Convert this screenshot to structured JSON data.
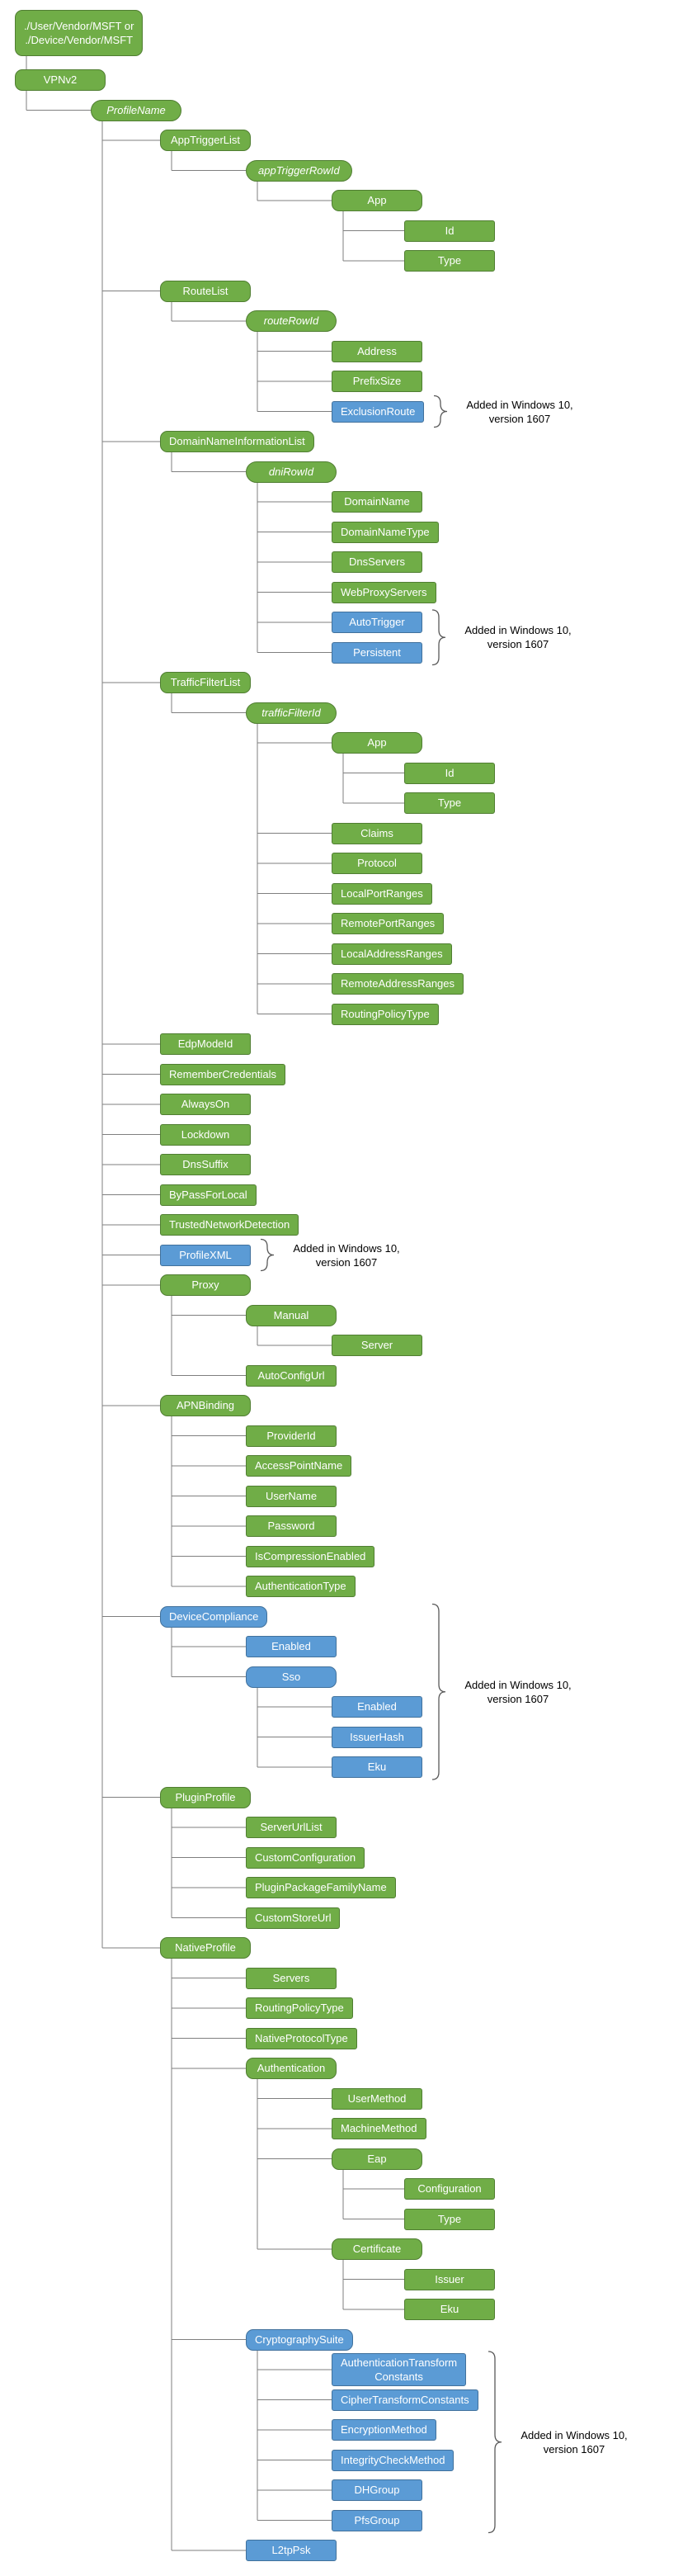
{
  "diagram": {
    "colors": {
      "canvas_bg": "#ffffff",
      "green_fill": "#70AD47",
      "green_border": "#507E32",
      "blue_fill": "#5B9BD5",
      "blue_border": "#41719C",
      "node_text": "#ffffff",
      "line": "#7F7F7F",
      "brace": "#595959",
      "annotation_text": "#000000"
    },
    "legend": {
      "green_means": "node",
      "blue_means": "Added in Windows 10, version 1607"
    },
    "annotation_text": "Added in Windows 10, version 1607",
    "annotation_lines": [
      "Added in Windows 10,",
      "version 1607"
    ],
    "tree": {
      "label": "./User/Vendor/MSFT or ./Device/Vendor/MSFT",
      "label_lines": [
        "./User/Vendor/MSFT or",
        "./Device/Vendor/MSFT"
      ],
      "kind": "provider",
      "children": [
        {
          "label": "VPNv2",
          "kind": "node",
          "children": [
            {
              "label": "ProfileName",
              "kind": "dynamic",
              "children": [
                {
                  "label": "AppTriggerList",
                  "kind": "node",
                  "children": [
                    {
                      "label": "appTriggerRowId",
                      "kind": "dynamic",
                      "children": [
                        {
                          "label": "App",
                          "kind": "node",
                          "children": [
                            {
                              "label": "Id",
                              "kind": "leaf"
                            },
                            {
                              "label": "Type",
                              "kind": "leaf"
                            }
                          ]
                        }
                      ]
                    }
                  ]
                },
                {
                  "label": "RouteList",
                  "kind": "node",
                  "children": [
                    {
                      "label": "routeRowId",
                      "kind": "dynamic",
                      "children": [
                        {
                          "label": "Address",
                          "kind": "leaf"
                        },
                        {
                          "label": "PrefixSize",
                          "kind": "leaf"
                        },
                        {
                          "label": "ExclusionRoute",
                          "kind": "leaf",
                          "added": true,
                          "group": "g1"
                        }
                      ]
                    }
                  ]
                },
                {
                  "label": "DomainNameInformationList",
                  "kind": "node",
                  "children": [
                    {
                      "label": "dniRowId",
                      "kind": "dynamic",
                      "children": [
                        {
                          "label": "DomainName",
                          "kind": "leaf"
                        },
                        {
                          "label": "DomainNameType",
                          "kind": "leaf"
                        },
                        {
                          "label": "DnsServers",
                          "kind": "leaf"
                        },
                        {
                          "label": "WebProxyServers",
                          "kind": "leaf"
                        },
                        {
                          "label": "AutoTrigger",
                          "kind": "leaf",
                          "added": true,
                          "group": "g2"
                        },
                        {
                          "label": "Persistent",
                          "kind": "leaf",
                          "added": true,
                          "group": "g2"
                        }
                      ]
                    }
                  ]
                },
                {
                  "label": "TrafficFilterList",
                  "kind": "node",
                  "children": [
                    {
                      "label": "trafficFilterId",
                      "kind": "dynamic",
                      "children": [
                        {
                          "label": "App",
                          "kind": "node",
                          "children": [
                            {
                              "label": "Id",
                              "kind": "leaf"
                            },
                            {
                              "label": "Type",
                              "kind": "leaf"
                            }
                          ]
                        },
                        {
                          "label": "Claims",
                          "kind": "leaf"
                        },
                        {
                          "label": "Protocol",
                          "kind": "leaf"
                        },
                        {
                          "label": "LocalPortRanges",
                          "kind": "leaf"
                        },
                        {
                          "label": "RemotePortRanges",
                          "kind": "leaf"
                        },
                        {
                          "label": "LocalAddressRanges",
                          "kind": "leaf"
                        },
                        {
                          "label": "RemoteAddressRanges",
                          "kind": "leaf"
                        },
                        {
                          "label": "RoutingPolicyType",
                          "kind": "leaf"
                        }
                      ]
                    }
                  ]
                },
                {
                  "label": "EdpModeId",
                  "kind": "leaf"
                },
                {
                  "label": "RememberCredentials",
                  "kind": "leaf"
                },
                {
                  "label": "AlwaysOn",
                  "kind": "leaf"
                },
                {
                  "label": "Lockdown",
                  "kind": "leaf"
                },
                {
                  "label": "DnsSuffix",
                  "kind": "leaf"
                },
                {
                  "label": "ByPassForLocal",
                  "kind": "leaf"
                },
                {
                  "label": "TrustedNetworkDetection",
                  "kind": "leaf"
                },
                {
                  "label": "ProfileXML",
                  "kind": "leaf",
                  "added": true,
                  "group": "g3"
                },
                {
                  "label": "Proxy",
                  "kind": "node",
                  "children": [
                    {
                      "label": "Manual",
                      "kind": "node",
                      "children": [
                        {
                          "label": "Server",
                          "kind": "leaf"
                        }
                      ]
                    },
                    {
                      "label": "AutoConfigUrl",
                      "kind": "leaf"
                    }
                  ]
                },
                {
                  "label": "APNBinding",
                  "kind": "node",
                  "children": [
                    {
                      "label": "ProviderId",
                      "kind": "leaf"
                    },
                    {
                      "label": "AccessPointName",
                      "kind": "leaf"
                    },
                    {
                      "label": "UserName",
                      "kind": "leaf"
                    },
                    {
                      "label": "Password",
                      "kind": "leaf"
                    },
                    {
                      "label": "IsCompressionEnabled",
                      "kind": "leaf"
                    },
                    {
                      "label": "AuthenticationType",
                      "kind": "leaf"
                    }
                  ]
                },
                {
                  "label": "DeviceCompliance",
                  "kind": "node",
                  "added": true,
                  "group": "g4",
                  "children": [
                    {
                      "label": "Enabled",
                      "kind": "leaf",
                      "added": true,
                      "group": "g4"
                    },
                    {
                      "label": "Sso",
                      "kind": "node",
                      "added": true,
                      "group": "g4",
                      "children": [
                        {
                          "label": "Enabled",
                          "kind": "leaf",
                          "added": true,
                          "group": "g4"
                        },
                        {
                          "label": "IssuerHash",
                          "kind": "leaf",
                          "added": true,
                          "group": "g4"
                        },
                        {
                          "label": "Eku",
                          "kind": "leaf",
                          "added": true,
                          "group": "g4"
                        }
                      ]
                    }
                  ]
                },
                {
                  "label": "PluginProfile",
                  "kind": "node",
                  "children": [
                    {
                      "label": "ServerUrlList",
                      "kind": "leaf"
                    },
                    {
                      "label": "CustomConfiguration",
                      "kind": "leaf"
                    },
                    {
                      "label": "PluginPackageFamilyName",
                      "kind": "leaf"
                    },
                    {
                      "label": "CustomStoreUrl",
                      "kind": "leaf"
                    }
                  ]
                },
                {
                  "label": "NativeProfile",
                  "kind": "node",
                  "children": [
                    {
                      "label": "Servers",
                      "kind": "leaf"
                    },
                    {
                      "label": "RoutingPolicyType",
                      "kind": "leaf"
                    },
                    {
                      "label": "NativeProtocolType",
                      "kind": "leaf"
                    },
                    {
                      "label": "Authentication",
                      "kind": "node",
                      "children": [
                        {
                          "label": "UserMethod",
                          "kind": "leaf"
                        },
                        {
                          "label": "MachineMethod",
                          "kind": "leaf"
                        },
                        {
                          "label": "Eap",
                          "kind": "node",
                          "children": [
                            {
                              "label": "Configuration",
                              "kind": "leaf"
                            },
                            {
                              "label": "Type",
                              "kind": "leaf"
                            }
                          ]
                        },
                        {
                          "label": "Certificate",
                          "kind": "node",
                          "children": [
                            {
                              "label": "Issuer",
                              "kind": "leaf"
                            },
                            {
                              "label": "Eku",
                              "kind": "leaf"
                            }
                          ]
                        }
                      ]
                    },
                    {
                      "label": "CryptographySuite",
                      "kind": "node",
                      "added": true,
                      "children": [
                        {
                          "label": "AuthenticationTransformConstants",
                          "label_lines": [
                            "AuthenticationTransform",
                            "Constants"
                          ],
                          "kind": "leaf",
                          "added": true,
                          "group": "g5"
                        },
                        {
                          "label": "CipherTransformConstants",
                          "kind": "leaf",
                          "added": true,
                          "group": "g5"
                        },
                        {
                          "label": "EncryptionMethod",
                          "kind": "leaf",
                          "added": true,
                          "group": "g5"
                        },
                        {
                          "label": "IntegrityCheckMethod",
                          "kind": "leaf",
                          "added": true,
                          "group": "g5"
                        },
                        {
                          "label": "DHGroup",
                          "kind": "leaf",
                          "added": true,
                          "group": "g5"
                        },
                        {
                          "label": "PfsGroup",
                          "kind": "leaf",
                          "added": true,
                          "group": "g5"
                        }
                      ]
                    },
                    {
                      "label": "L2tpPsk",
                      "kind": "leaf",
                      "added": true
                    }
                  ]
                }
              ]
            }
          ]
        }
      ]
    }
  }
}
